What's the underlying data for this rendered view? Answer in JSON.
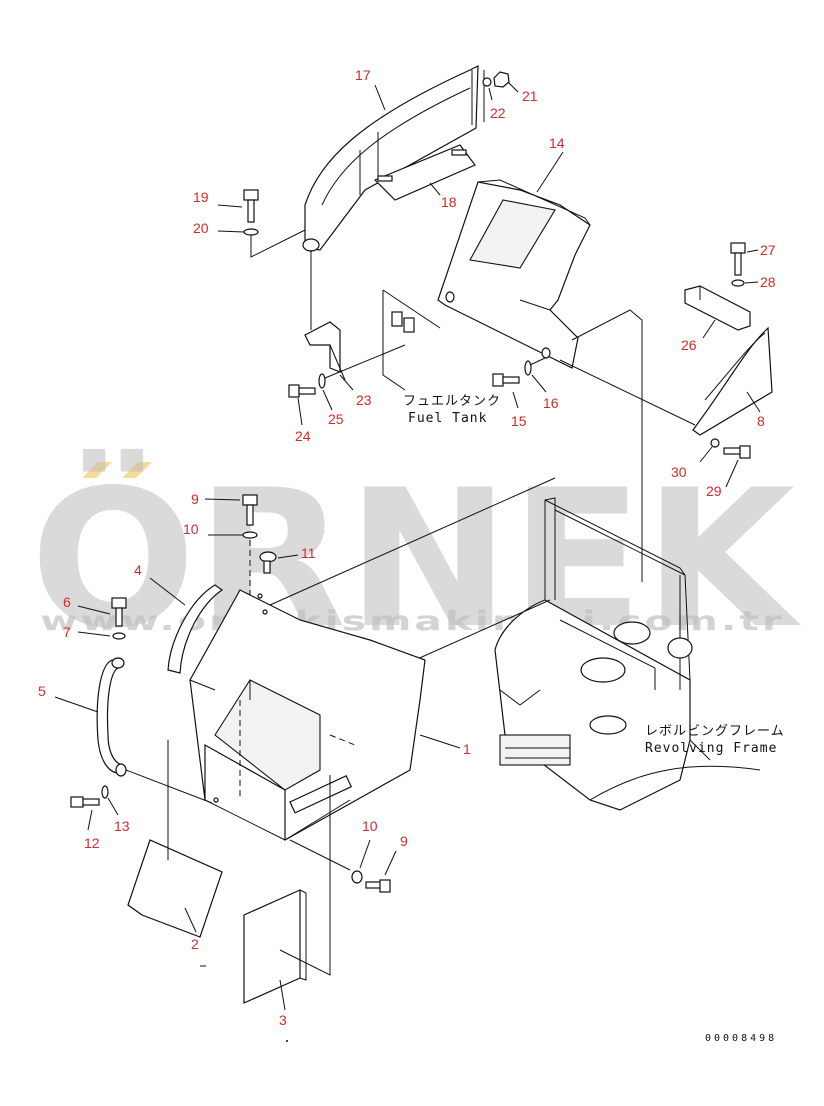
{
  "watermark": {
    "brand": "ÖRNEK",
    "url": "www.ornekismakinasi.com.tr"
  },
  "labels": {
    "fuel_tank_jp": "フュエルタンク",
    "fuel_tank_en": "Fuel Tank",
    "revolving_frame_jp": "レボルビングフレーム",
    "revolving_frame_en": "Revolving Frame",
    "drawing_code": "00008498"
  },
  "callouts": [
    "1",
    "2",
    "3",
    "4",
    "5",
    "6",
    "7",
    "8",
    "9",
    "10",
    "11",
    "12",
    "13",
    "14",
    "15",
    "16",
    "17",
    "18",
    "19",
    "20",
    "21",
    "22",
    "23",
    "24",
    "25",
    "26",
    "27",
    "28",
    "29",
    "30",
    "9",
    "10"
  ],
  "colors": {
    "callout": "#d42a2a",
    "linework": "#111111",
    "watermark": "#bdbdbd",
    "watermark_accent": "#f2d27a"
  }
}
